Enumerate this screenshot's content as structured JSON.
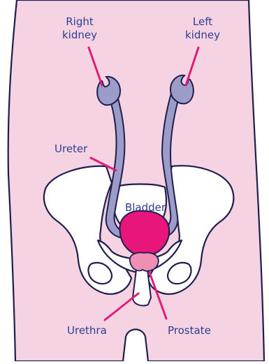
{
  "labels": {
    "right_kidney": [
      "Right",
      "kidney"
    ],
    "left_kidney": [
      "Left",
      "kidney"
    ],
    "ureter": "Ureter",
    "bladder": "Bladder",
    "urethra": "Urethra",
    "prostate": "Prostate"
  },
  "colors": {
    "background": "#ffffff",
    "body_fill": "#f6d3e3",
    "outline": "#1e1e4e",
    "organ_fill": "#9c9cc9",
    "bladder_fill": "#e8157a",
    "prostate_fill": "#ee8fb3",
    "leader_line": "#e11b78",
    "label_text": "#2e3d92"
  }
}
